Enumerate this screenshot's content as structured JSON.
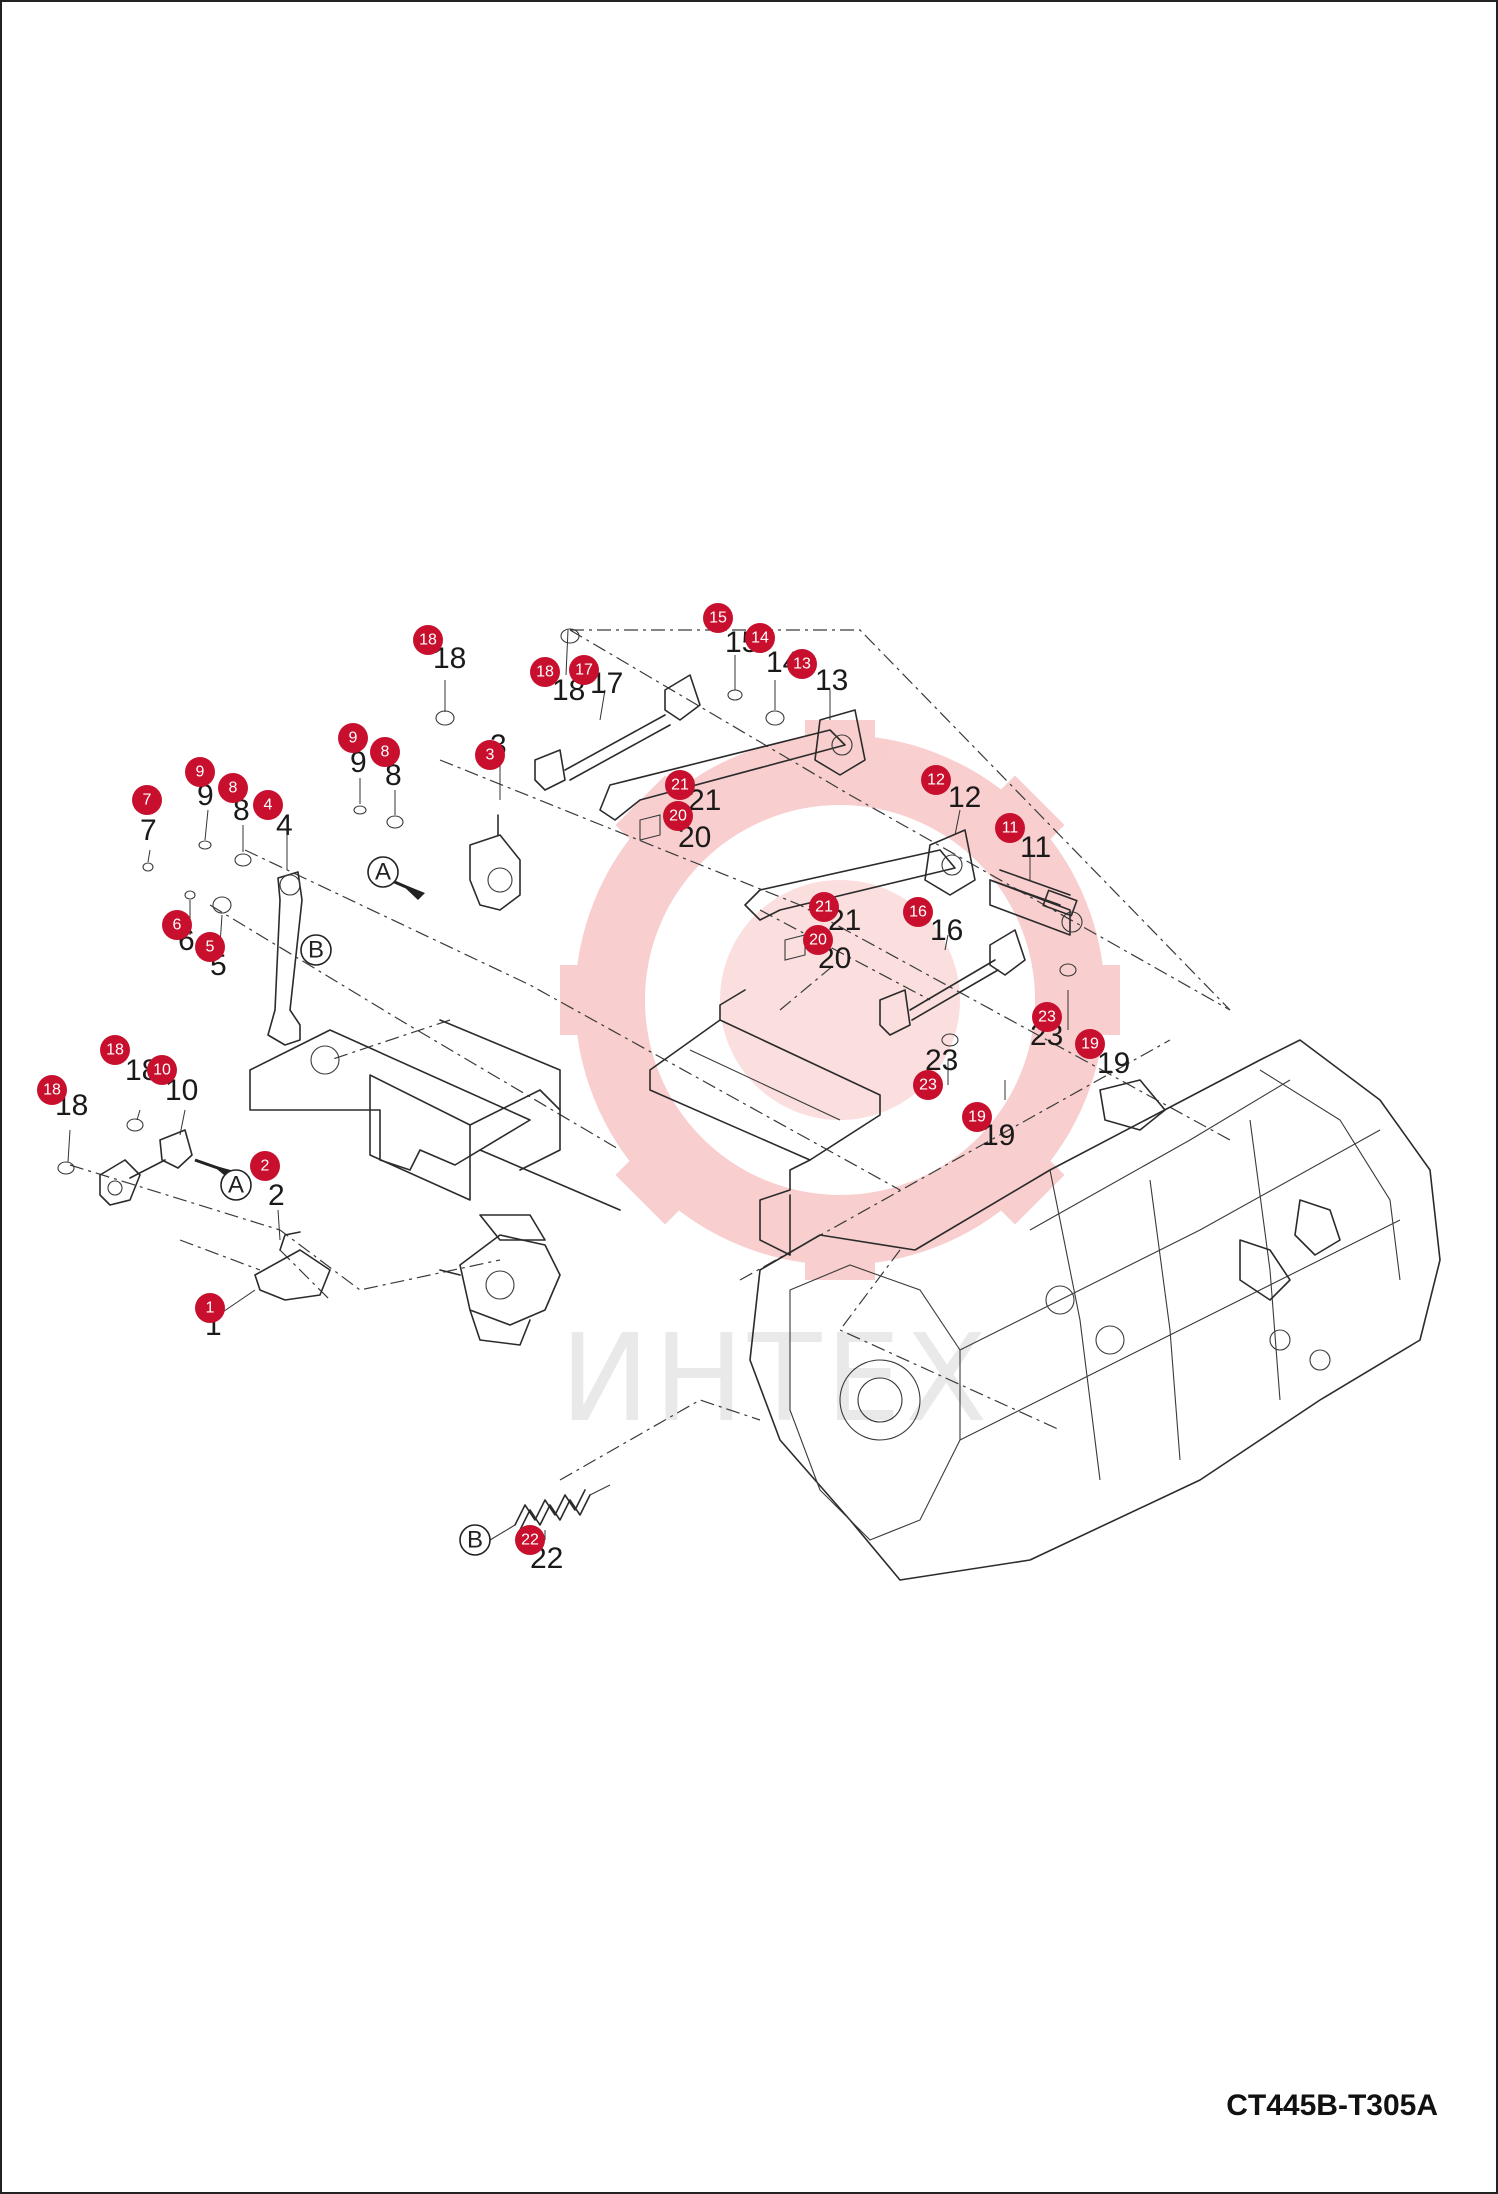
{
  "drawing_code": "CT445B-T305A",
  "watermark": {
    "text": "ИНТЕХ",
    "logo": "gear-logo",
    "color": "#f4a7a7"
  },
  "badge_color": "#c8102e",
  "callouts": [
    {
      "id": "c1",
      "number": "1"
    },
    {
      "id": "c2",
      "number": "2"
    },
    {
      "id": "c3",
      "number": "3"
    },
    {
      "id": "c4",
      "number": "4"
    },
    {
      "id": "c5",
      "number": "5"
    },
    {
      "id": "c6",
      "number": "6"
    },
    {
      "id": "c7",
      "number": "7"
    },
    {
      "id": "c8a",
      "number": "8"
    },
    {
      "id": "c8b",
      "number": "8"
    },
    {
      "id": "c9a",
      "number": "9"
    },
    {
      "id": "c9b",
      "number": "9"
    },
    {
      "id": "c10",
      "number": "10"
    },
    {
      "id": "c11",
      "number": "11"
    },
    {
      "id": "c12",
      "number": "12"
    },
    {
      "id": "c13",
      "number": "13"
    },
    {
      "id": "c14",
      "number": "14"
    },
    {
      "id": "c15",
      "number": "15"
    },
    {
      "id": "c16",
      "number": "16"
    },
    {
      "id": "c17",
      "number": "17"
    },
    {
      "id": "c18a",
      "number": "18"
    },
    {
      "id": "c18b",
      "number": "18"
    },
    {
      "id": "c18c",
      "number": "18"
    },
    {
      "id": "c18d",
      "number": "18"
    },
    {
      "id": "c19a",
      "number": "19"
    },
    {
      "id": "c19b",
      "number": "19"
    },
    {
      "id": "c20a",
      "number": "20"
    },
    {
      "id": "c20b",
      "number": "20"
    },
    {
      "id": "c21a",
      "number": "21"
    },
    {
      "id": "c21b",
      "number": "21"
    },
    {
      "id": "c22",
      "number": "22"
    },
    {
      "id": "c23a",
      "number": "23"
    },
    {
      "id": "c23b",
      "number": "23"
    }
  ],
  "reference_letters": [
    {
      "id": "refA1",
      "letter": "A"
    },
    {
      "id": "refA2",
      "letter": "A"
    },
    {
      "id": "refB1",
      "letter": "B"
    },
    {
      "id": "refB2",
      "letter": "B"
    }
  ]
}
